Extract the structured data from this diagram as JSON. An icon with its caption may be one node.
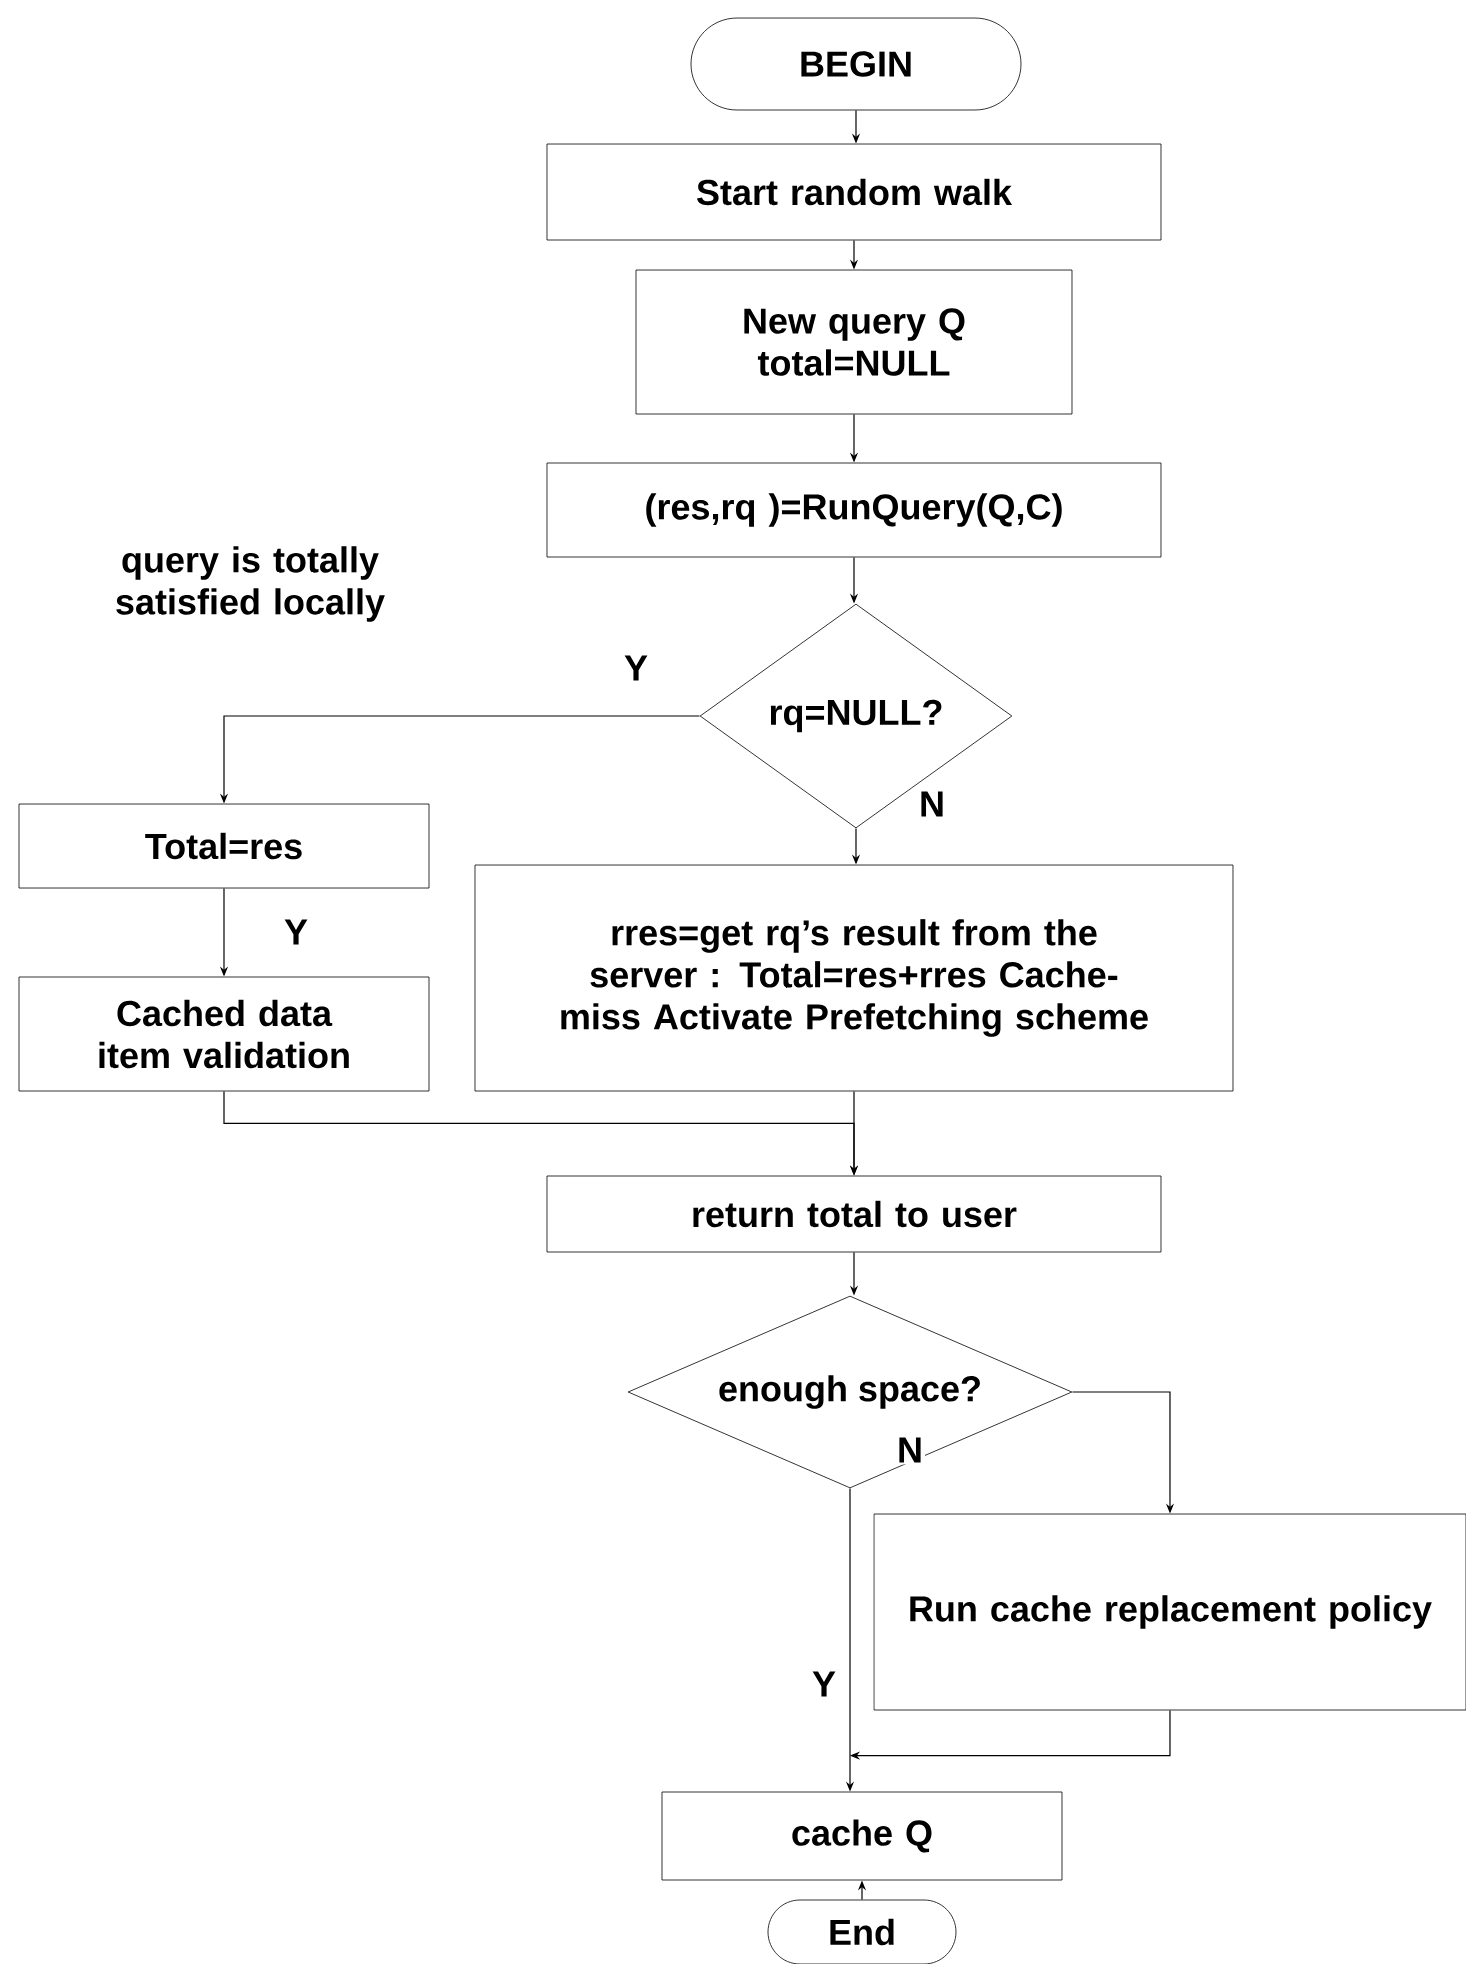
{
  "diagram": {
    "nodes": [
      {
        "text": [
          "BEGIN"
        ]
      },
      {
        "text": [
          "Start random walk"
        ]
      },
      {
        "text": [
          "New query Q total=NULL"
        ]
      },
      {
        "text": [
          "(res,rq )=RunQuery(Q,C)"
        ]
      },
      {
        "text": [
          "rq=NULL?"
        ]
      },
      {
        "text": [
          "Total=res"
        ]
      },
      {
        "text": [
          "Cached data item validation"
        ]
      },
      {
        "text": [
          "rres=get rq’s result from the server : Total=res+rres Cache-miss  Activate Prefetching scheme"
        ]
      },
      {
        "text": [
          "return total to user"
        ]
      },
      {
        "text": [
          "enough space?"
        ]
      },
      {
        "text": [
          "Run cache replacement policy"
        ]
      },
      {
        "text": [
          "cache Q"
        ]
      },
      {
        "text": [
          "End"
        ]
      }
    ],
    "edges": [
      {
        "from": 0,
        "to": 1,
        "arrow": "to"
      },
      {
        "from": 1,
        "to": 2,
        "arrow": "to"
      },
      {
        "from": 2,
        "to": 3,
        "arrow": "to"
      },
      {
        "from": 3,
        "to": 4,
        "arrow": "to"
      },
      {
        "from": 4,
        "to": 5,
        "arrow": "to",
        "label": "Y"
      },
      {
        "from": 5,
        "to": 6,
        "arrow": "to",
        "label": "Y"
      },
      {
        "from": 4,
        "to": 7,
        "arrow": "to",
        "label": "N"
      },
      {
        "from": 6,
        "to": 8,
        "arrow": "to"
      },
      {
        "from": 7,
        "to": 8,
        "arrow": "to"
      },
      {
        "from": 8,
        "to": 9,
        "arrow": "to"
      },
      {
        "from": 9,
        "to": 10,
        "arrow": "to",
        "label": "N"
      },
      {
        "from": 9,
        "to": 11,
        "arrow": "to",
        "label": "Y"
      },
      {
        "from": 10,
        "to": 11,
        "arrow": "to"
      },
      {
        "from": 12,
        "to": 11,
        "arrow": "to"
      }
    ],
    "labels": [
      "query is totally satisfied locally"
    ]
  }
}
